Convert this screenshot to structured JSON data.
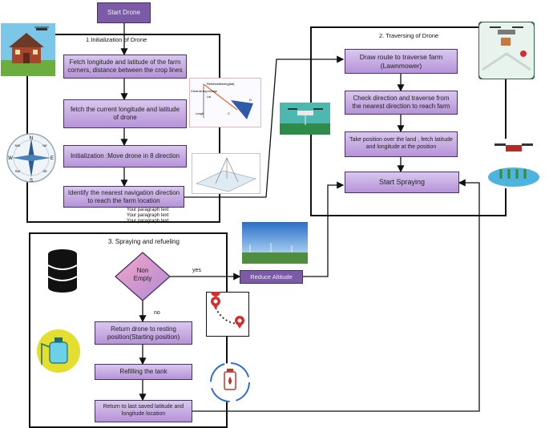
{
  "start": "Start Drone",
  "sections": {
    "init": "1.Initialization of Drone",
    "traverse": "2. Traversing of Drone",
    "spray": "3. Spraying and refueling"
  },
  "init_steps": [
    "Fetch longitude and latitude of the farm corners, distance between the crop lines",
    "fetch the current longitude and latitude of drone",
    "Initialization :Move drone in 8 direction",
    "Identify the nearest navigation direction to reach the farm location"
  ],
  "traverse_steps": [
    "Draw route to traverse farm (Lawnmower)",
    "Check direction and traverse from the nearest direction to reach farm",
    "Take position over the land , fetch latitude and longitude at the position",
    "Start Spraying"
  ],
  "decision": "Non\nEmpty",
  "yes_label": "yes",
  "no_label": "no",
  "reduce": "Reduce Altitude",
  "spray_steps": [
    "Return drone to resting position(Starting position)",
    "Refilling the tank",
    "Return to last saved latitude and longitude location"
  ],
  "placeholder_text": [
    "Your paragraph text",
    "Your paragraph text",
    "Your paragraph text"
  ],
  "compass": {
    "n": "N",
    "s": "S",
    "e": "E",
    "w": "W",
    "nw": "NW",
    "ne": "NE",
    "sw": "SW",
    "se": "SE"
  },
  "geo_labels": {
    "a": "Refchesllbering(lat)",
    "b": "Great-lat ang Iontogh",
    "c": "Longit",
    "d": "Lat",
    "e": "D",
    "f": "C"
  },
  "colors": {
    "box_light": "#d9c8ee",
    "box_dark": "#7b5aa6",
    "border": "#4b2f6a",
    "pin": "#d32f2f"
  }
}
